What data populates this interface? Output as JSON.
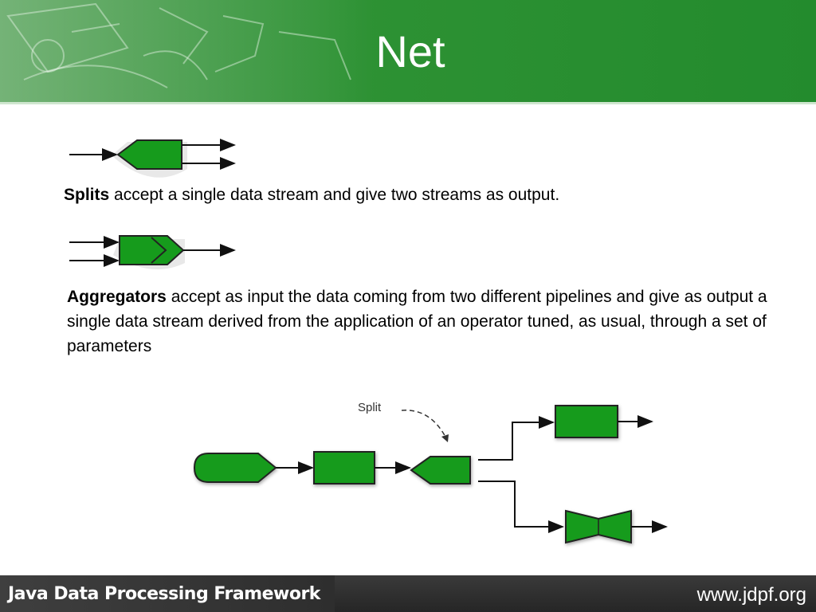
{
  "slide": {
    "title": "Net",
    "splits": {
      "term": "Splits",
      "text": " accept a single data stream and give two streams as output."
    },
    "aggregators": {
      "term": "Aggregators",
      "text": " accept as input the data coming from two different pipelines and give as output a single data stream derived from the application of an operator tuned, as usual, through a set of parameters"
    },
    "diagram": {
      "split_label": "Split"
    },
    "footer": {
      "framework": "Java Data Processing Framework",
      "url": "www.jdpf.org"
    }
  },
  "colors": {
    "header_green": "#2e9234",
    "node_green": "#169b1c",
    "footer_dark": "#2b2b2b"
  }
}
